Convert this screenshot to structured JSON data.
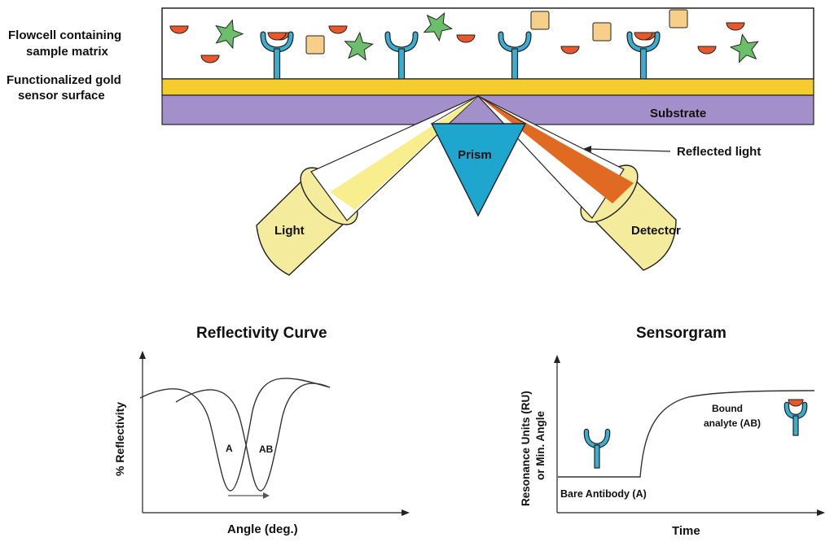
{
  "labels": {
    "flowcell_line1": "Flowcell containing",
    "flowcell_line2": "sample matrix",
    "gold_line1": "Functionalized gold",
    "gold_line2": "sensor surface",
    "substrate": "Substrate",
    "prism": "Prism",
    "reflected_light": "Reflected light",
    "light": "Light",
    "detector": "Detector"
  },
  "reflectivity": {
    "title": "Reflectivity Curve",
    "ylabel": "% Reflectivity",
    "xlabel": "Angle (deg.)",
    "curve_a": "A",
    "curve_ab": "AB"
  },
  "sensorgram": {
    "title": "Sensorgram",
    "ylabel_line1": "Resonance Units (RU)",
    "ylabel_line2": "or Min. Angle",
    "xlabel": "Time",
    "bound_line1": "Bound",
    "bound_line2": "analyte (AB)",
    "bare": "Bare Antibody (A)"
  },
  "colors": {
    "gold": "#f5cc2e",
    "substrate": "#a38fc9",
    "prism": "#1ea6cf",
    "antibody": "#3aaed0",
    "analyte": "#e8582a",
    "star": "#6bbf6b",
    "square": "#f7cf88",
    "lamp": "#f4ec9c",
    "beam_in": "#f8ee8e",
    "beam_out": "#e06a22"
  },
  "icons": [
    "antibody-icon",
    "analyte-icon",
    "star-particle-icon",
    "square-particle-icon"
  ]
}
